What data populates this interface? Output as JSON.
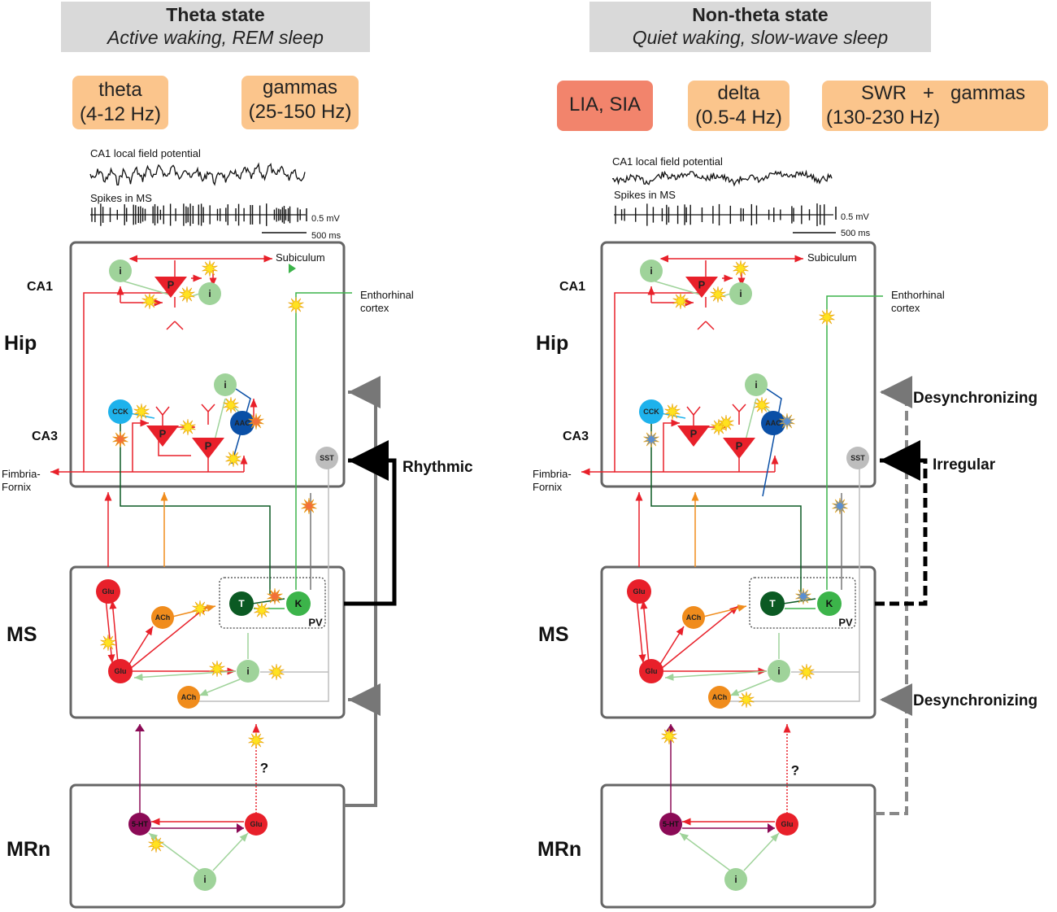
{
  "left": {
    "header_title": "Theta state",
    "header_subtitle": "Active waking, REM sleep",
    "chip_theta": [
      "theta",
      "(4-12 Hz)"
    ],
    "chip_gammas": [
      "gammas",
      "(25-150 Hz)"
    ],
    "lfp_label": "CA1 local field potential",
    "spikes_label": "Spikes in MS",
    "scale_mv": "0.5 mV",
    "scale_ms": "500 ms",
    "control_label": "Rhythmic"
  },
  "right": {
    "header_title": "Non-theta state",
    "header_subtitle": "Quiet waking, slow-wave sleep",
    "chip_lia": "LIA, SIA",
    "chip_delta": [
      "delta",
      "(0.5-4 Hz)"
    ],
    "chip_swr": [
      "SWR   +   gammas",
      "(130-230 Hz)"
    ],
    "lfp_label": "CA1 local field potential",
    "spikes_label": "Spikes in MS",
    "scale_mv": "0.5 mV",
    "scale_ms": "500 ms",
    "control_top": "Desynchronizing",
    "control_mid": "Irregular",
    "control_bottom": "Desynchronizing"
  },
  "regions": {
    "ca1": "CA1",
    "hip": "Hip",
    "ca3": "CA3",
    "ms": "MS",
    "mrn": "MRn",
    "subiculum": "Subiculum",
    "entorhinal": [
      "Enthorhinal",
      "cortex"
    ],
    "fimbria": [
      "Fimbria-",
      "Fornix"
    ],
    "pv": "PV",
    "question": "?"
  },
  "neuron_labels": {
    "i": "i",
    "p": "P",
    "cck": "CCK",
    "aac": "AAC",
    "sst": "SST",
    "glu": "Glu",
    "ach": "ACh",
    "t": "T",
    "k": "K",
    "ht": "5-HT"
  },
  "colors": {
    "excitatory": "#e8202a",
    "interneuron": "#9fd39a",
    "cck": "#1eb2ec",
    "aac": "#0a4fa6",
    "sst": "#bdbdbd",
    "ach": "#f08c1c",
    "pv_t": "#0b5a23",
    "pv_k": "#3cb44a",
    "serotonin": "#8b0a56",
    "header_bg": "#d9d9d9",
    "chip_bg": "#fbc58c",
    "chip_red": "#f2846c"
  }
}
